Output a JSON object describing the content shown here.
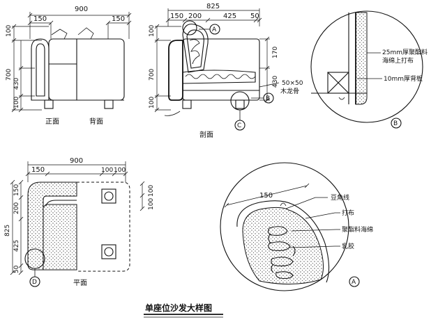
{
  "title": "单座位沙发大样图",
  "views": {
    "front_label": "正面",
    "back_label": "背面",
    "section_label": "剖面",
    "plan_label": "平面"
  },
  "dims": {
    "front_total": "900",
    "front_left": "150",
    "front_right": "150",
    "front_h1": "100",
    "front_h2": "700",
    "front_h3": "430",
    "front_h4": "100",
    "sec_total": "825",
    "sec_a": "150",
    "sec_b": "200",
    "sec_c": "425",
    "sec_d": "50",
    "sec_h1": "100",
    "sec_h2": "700",
    "sec_h3": "100",
    "sec_r1": "170",
    "sec_r2": "430",
    "plan_total": "900",
    "plan_left": "150",
    "plan_r1": "100",
    "plan_r2": "100",
    "plan_v1": "150",
    "plan_v2": "200",
    "plan_v3": "825",
    "plan_v4": "425",
    "plan_v5": "50",
    "plan_rv1": "100",
    "plan_rv2": "100",
    "detail_a": "150"
  },
  "notes": {
    "wood": "50×50",
    "wood2": "木龙骨",
    "foam25": "25mm厚聚酯料",
    "foam25b": "海绵上打布",
    "board10": "10mm厚背板",
    "bead": "豆角线",
    "cloth": "打布",
    "foam": "聚酯料海绵",
    "latex": "乳胶"
  },
  "markers": {
    "A": "A",
    "B": "B",
    "C": "C",
    "D": "D"
  }
}
